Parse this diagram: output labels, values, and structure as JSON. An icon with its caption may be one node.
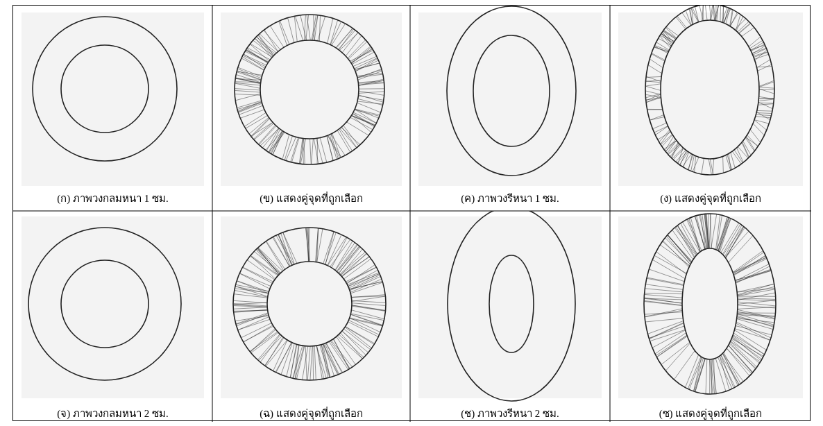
{
  "diagram": {
    "labels": [
      "(ก) ภาพวงกลมหนา 1 ซม.",
      "(ข) แสดงคู่จุดที่ถูกเลือก",
      "(ค) ภาพวงรีหนา 1 ซม.",
      "(ง) แสดงคู่จุดที่ถูกเลือก",
      "(จ) ภาพวงกลมหนา 2 ซม.",
      "(ฉ) แสดงคู่จุดที่ถูกเลือก",
      "(ช) ภาพวงรีหนา 2 ซม.",
      "(ซ) แสดงคู่จุดที่ถูกเลือก"
    ]
  }
}
